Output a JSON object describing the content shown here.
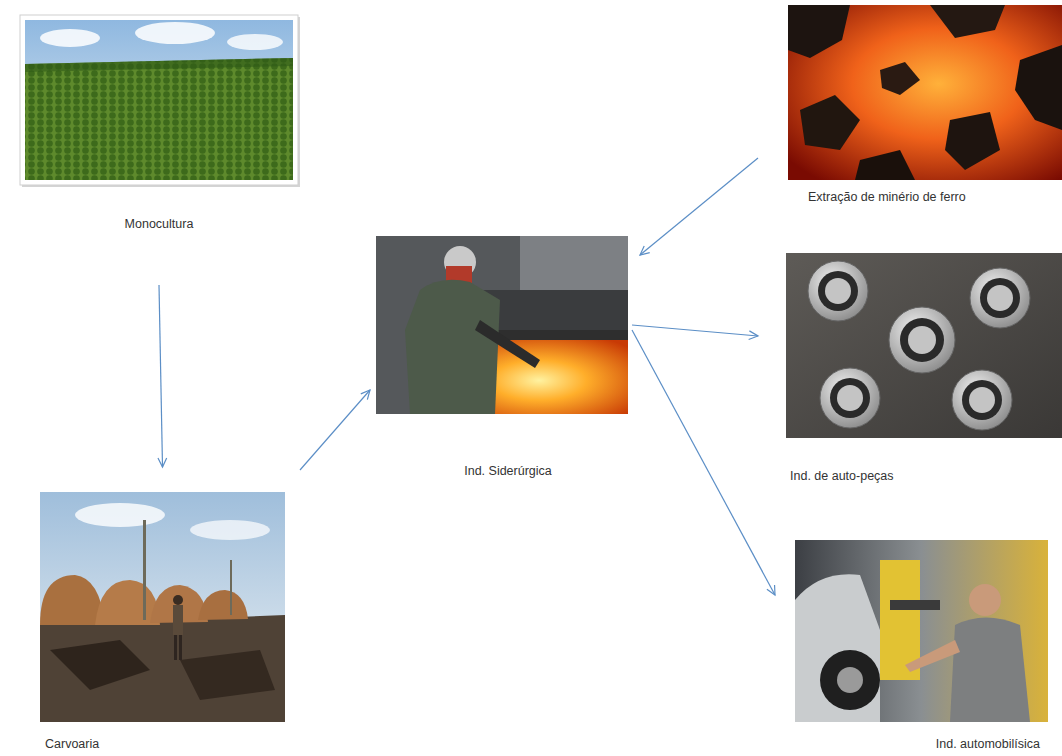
{
  "diagram": {
    "nodes": [
      {
        "text": [
          "Monocultura"
        ]
      },
      {
        "text": [
          "Extração de minério de ferro"
        ]
      },
      {
        "text": [
          "Ind. Siderúrgica"
        ]
      },
      {
        "text": [
          "Ind. de auto-peças"
        ]
      },
      {
        "text": [
          "Carvoaria"
        ]
      },
      {
        "text": [
          "Ind. automobilísica"
        ]
      }
    ],
    "edges": [
      {
        "from": 0,
        "to": 4,
        "arrow": "to"
      },
      {
        "from": 4,
        "to": 2,
        "arrow": "to"
      },
      {
        "from": 1,
        "to": 2,
        "arrow": "to"
      },
      {
        "from": 2,
        "to": 3,
        "arrow": "to"
      },
      {
        "from": 2,
        "to": 5,
        "arrow": "to"
      }
    ]
  }
}
